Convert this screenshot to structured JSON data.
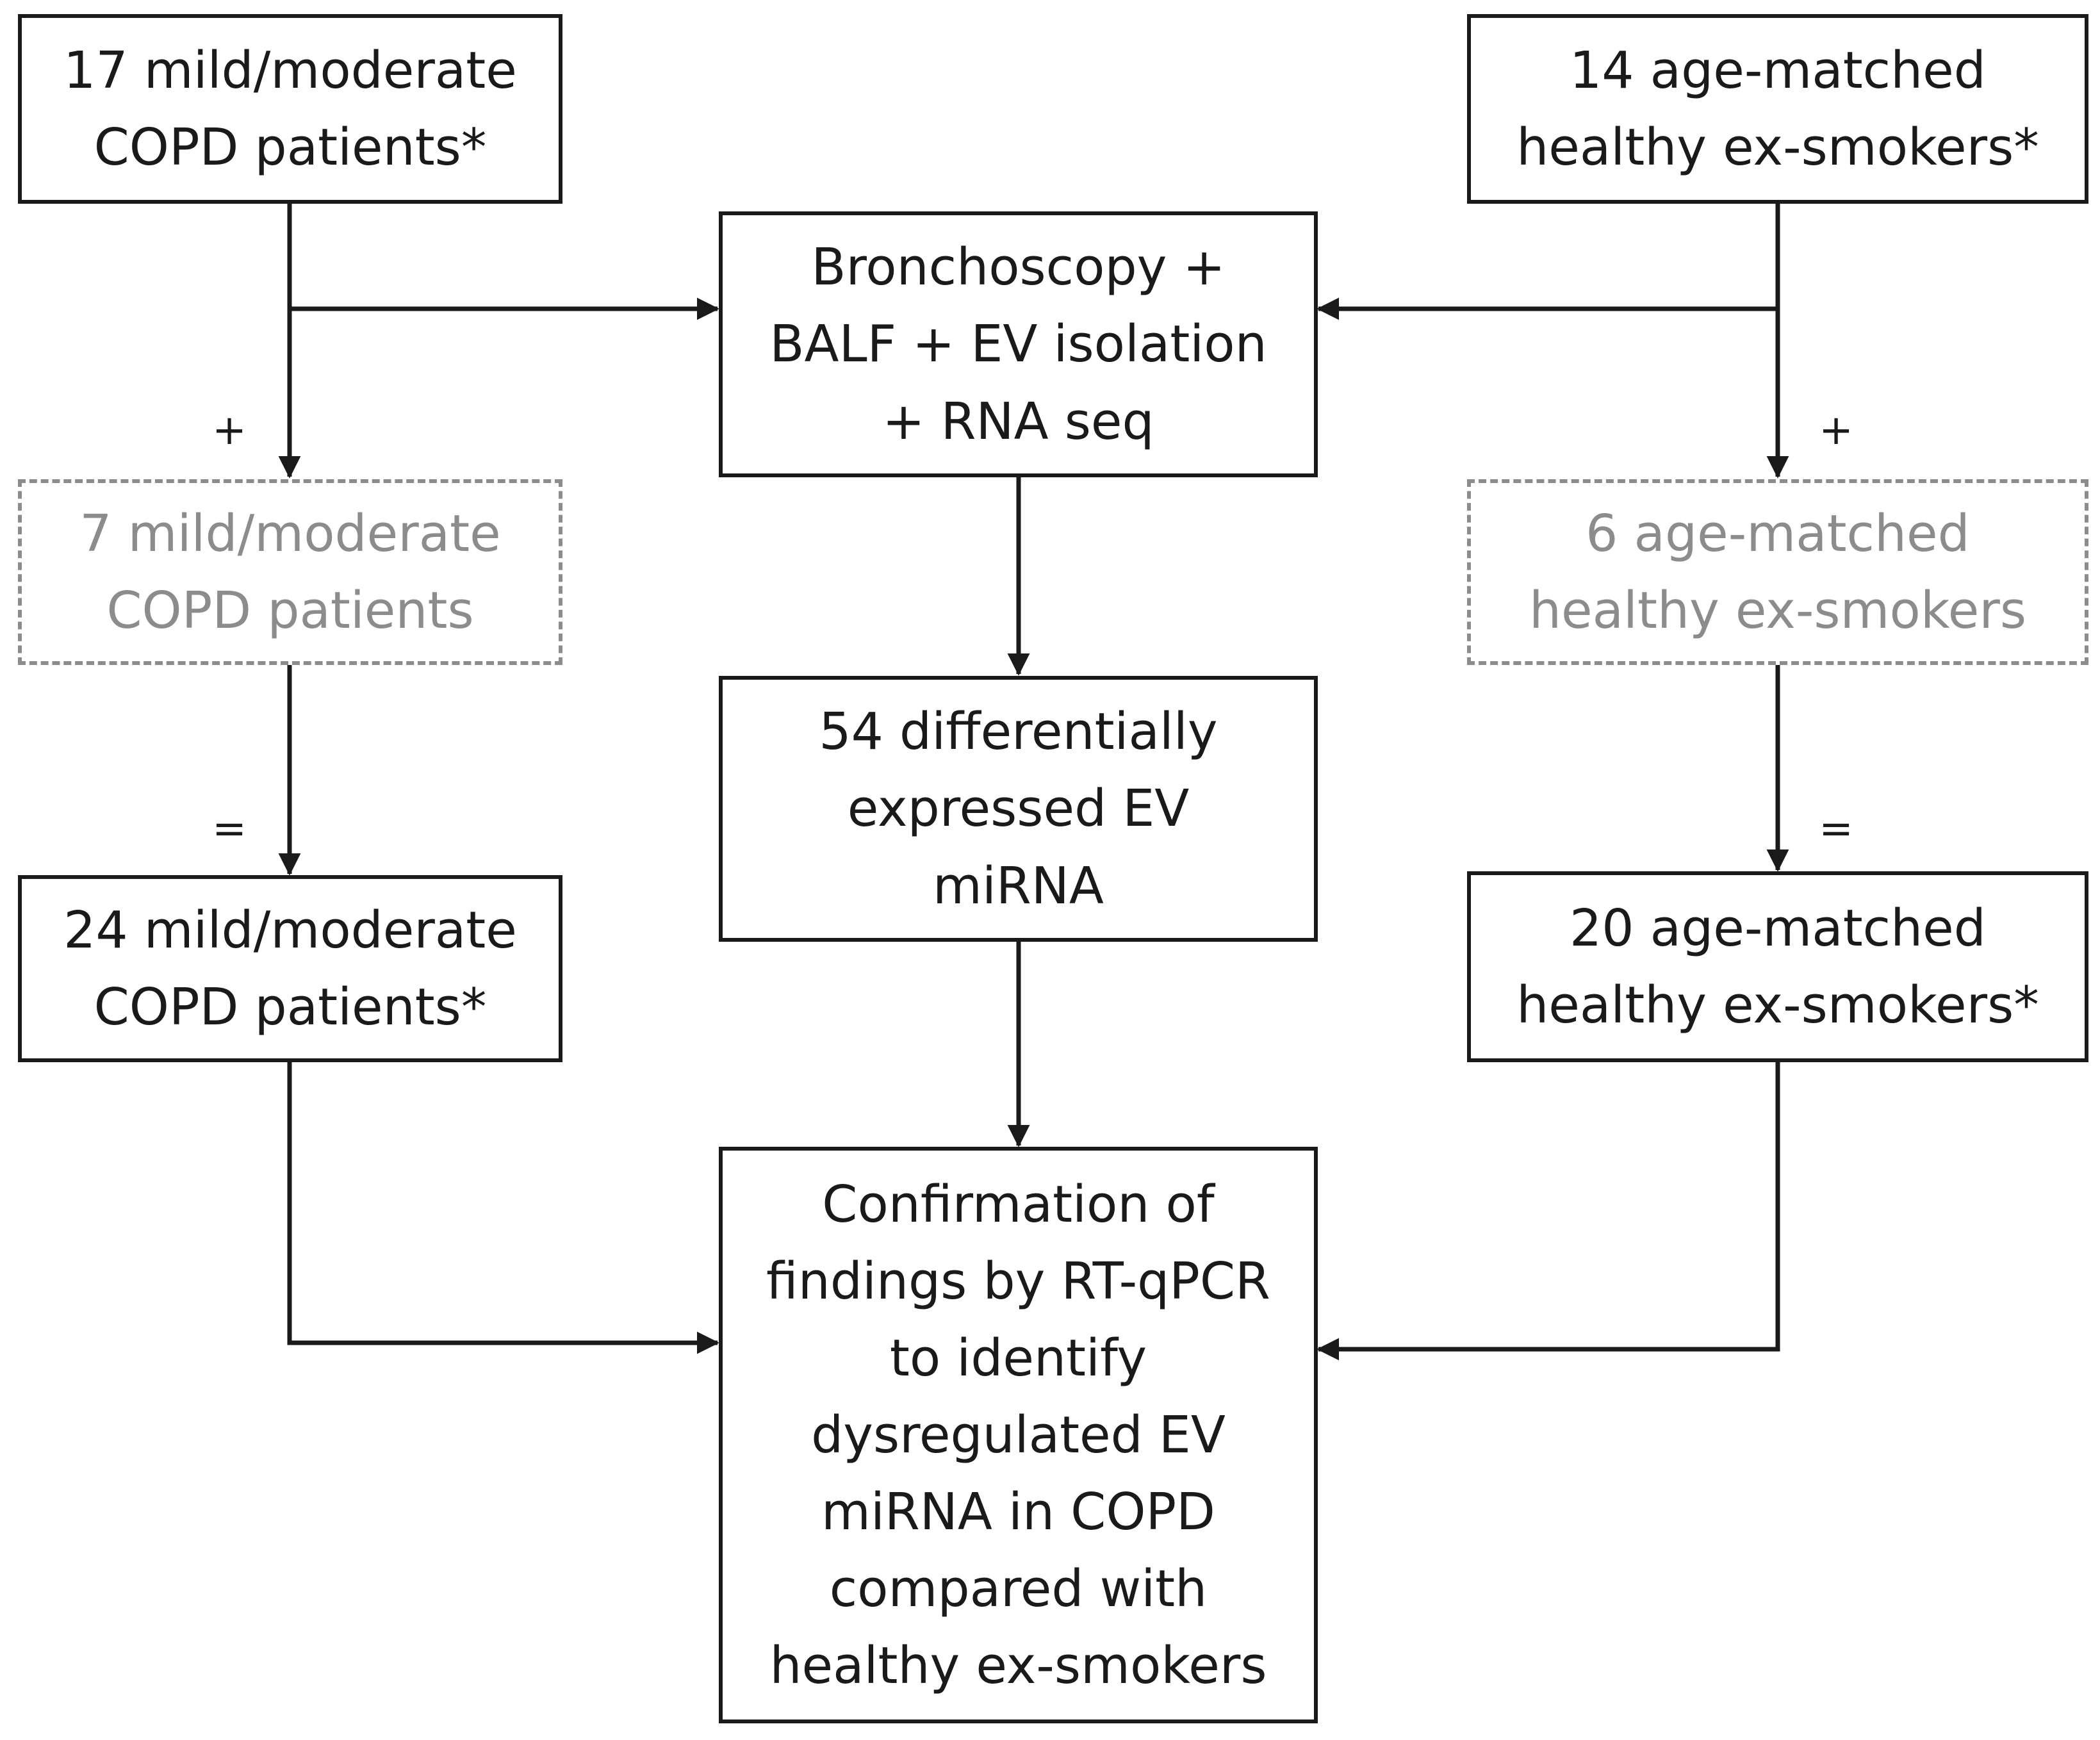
{
  "nodes": {
    "copd_17": "17 mild/moderate\nCOPD patients*",
    "healthy_14": "14 age-matched\nhealthy ex-smokers*",
    "bronchoscopy": "Bronchoscopy +\nBALF + EV isolation\n+ RNA seq",
    "copd_7": "7 mild/moderate\nCOPD patients",
    "healthy_6": "6 age-matched\nhealthy ex-smokers",
    "differential": "54 differentially\nexpressed EV\nmiRNA",
    "copd_24": "24 mild/moderate\nCOPD patients*",
    "healthy_20": "20 age-matched\nhealthy ex-smokers*",
    "confirmation": "Confirmation of\nfindings by RT-qPCR\nto identify\ndysregulated EV\nmiRNA in COPD\ncompared with\nhealthy ex-smokers"
  },
  "operators": {
    "plus": "+",
    "equals": "="
  },
  "colors": {
    "line": "#1a1a1a",
    "dashed_text": "#8c8c8c"
  }
}
